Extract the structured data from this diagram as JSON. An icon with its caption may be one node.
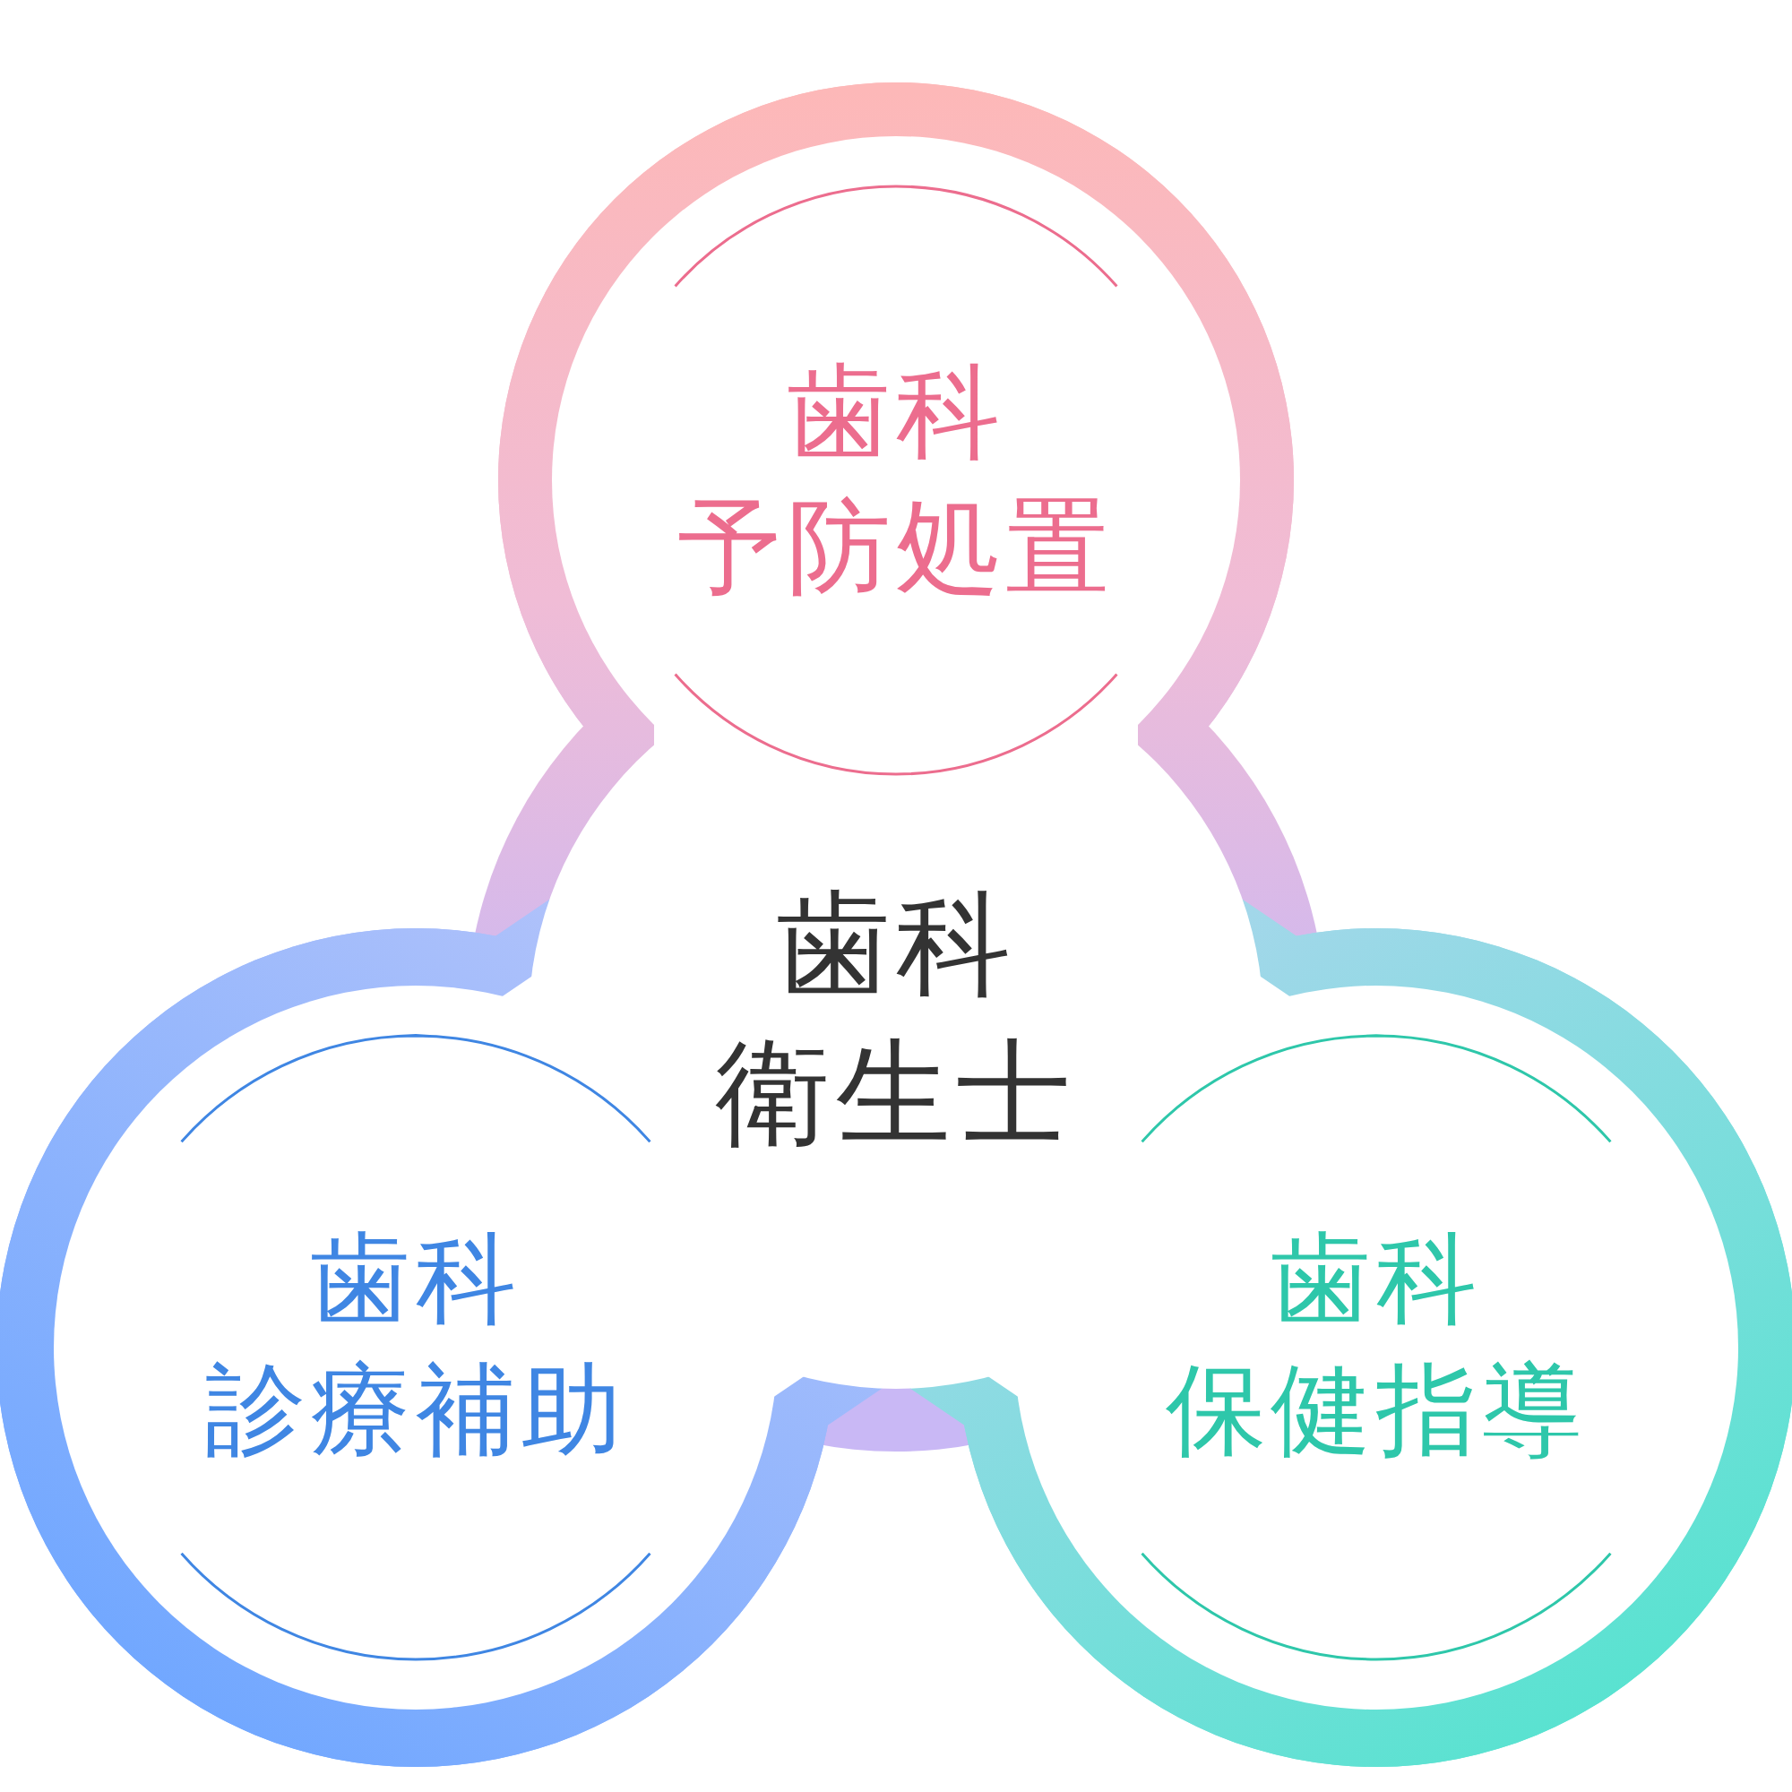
{
  "diagram": {
    "nodes": [
      {
        "text": [
          "歯科",
          "予防処置"
        ]
      },
      {
        "text": [
          "歯科",
          "衛生士"
        ]
      },
      {
        "text": [
          "歯科",
          "診療補助"
        ]
      },
      {
        "text": [
          "歯科",
          "保健指導"
        ]
      }
    ]
  }
}
